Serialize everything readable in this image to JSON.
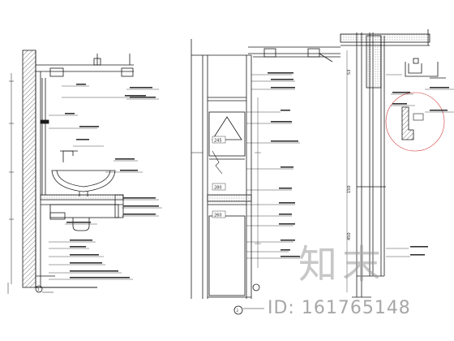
{
  "drawing": {
    "left_section": {
      "tag": "1"
    },
    "right_section": {
      "tag": "2",
      "dims": [
        "245",
        "280",
        "260"
      ],
      "right_dims": [
        "53",
        "150",
        "450"
      ]
    }
  },
  "watermark": {
    "brand": "知末",
    "id_text": "ID: 161765148"
  },
  "colors": {
    "line": "#1a1a1a",
    "hatch": "#555555",
    "red_leader": "#d23a3a",
    "watermark": "#9a9a9a"
  }
}
